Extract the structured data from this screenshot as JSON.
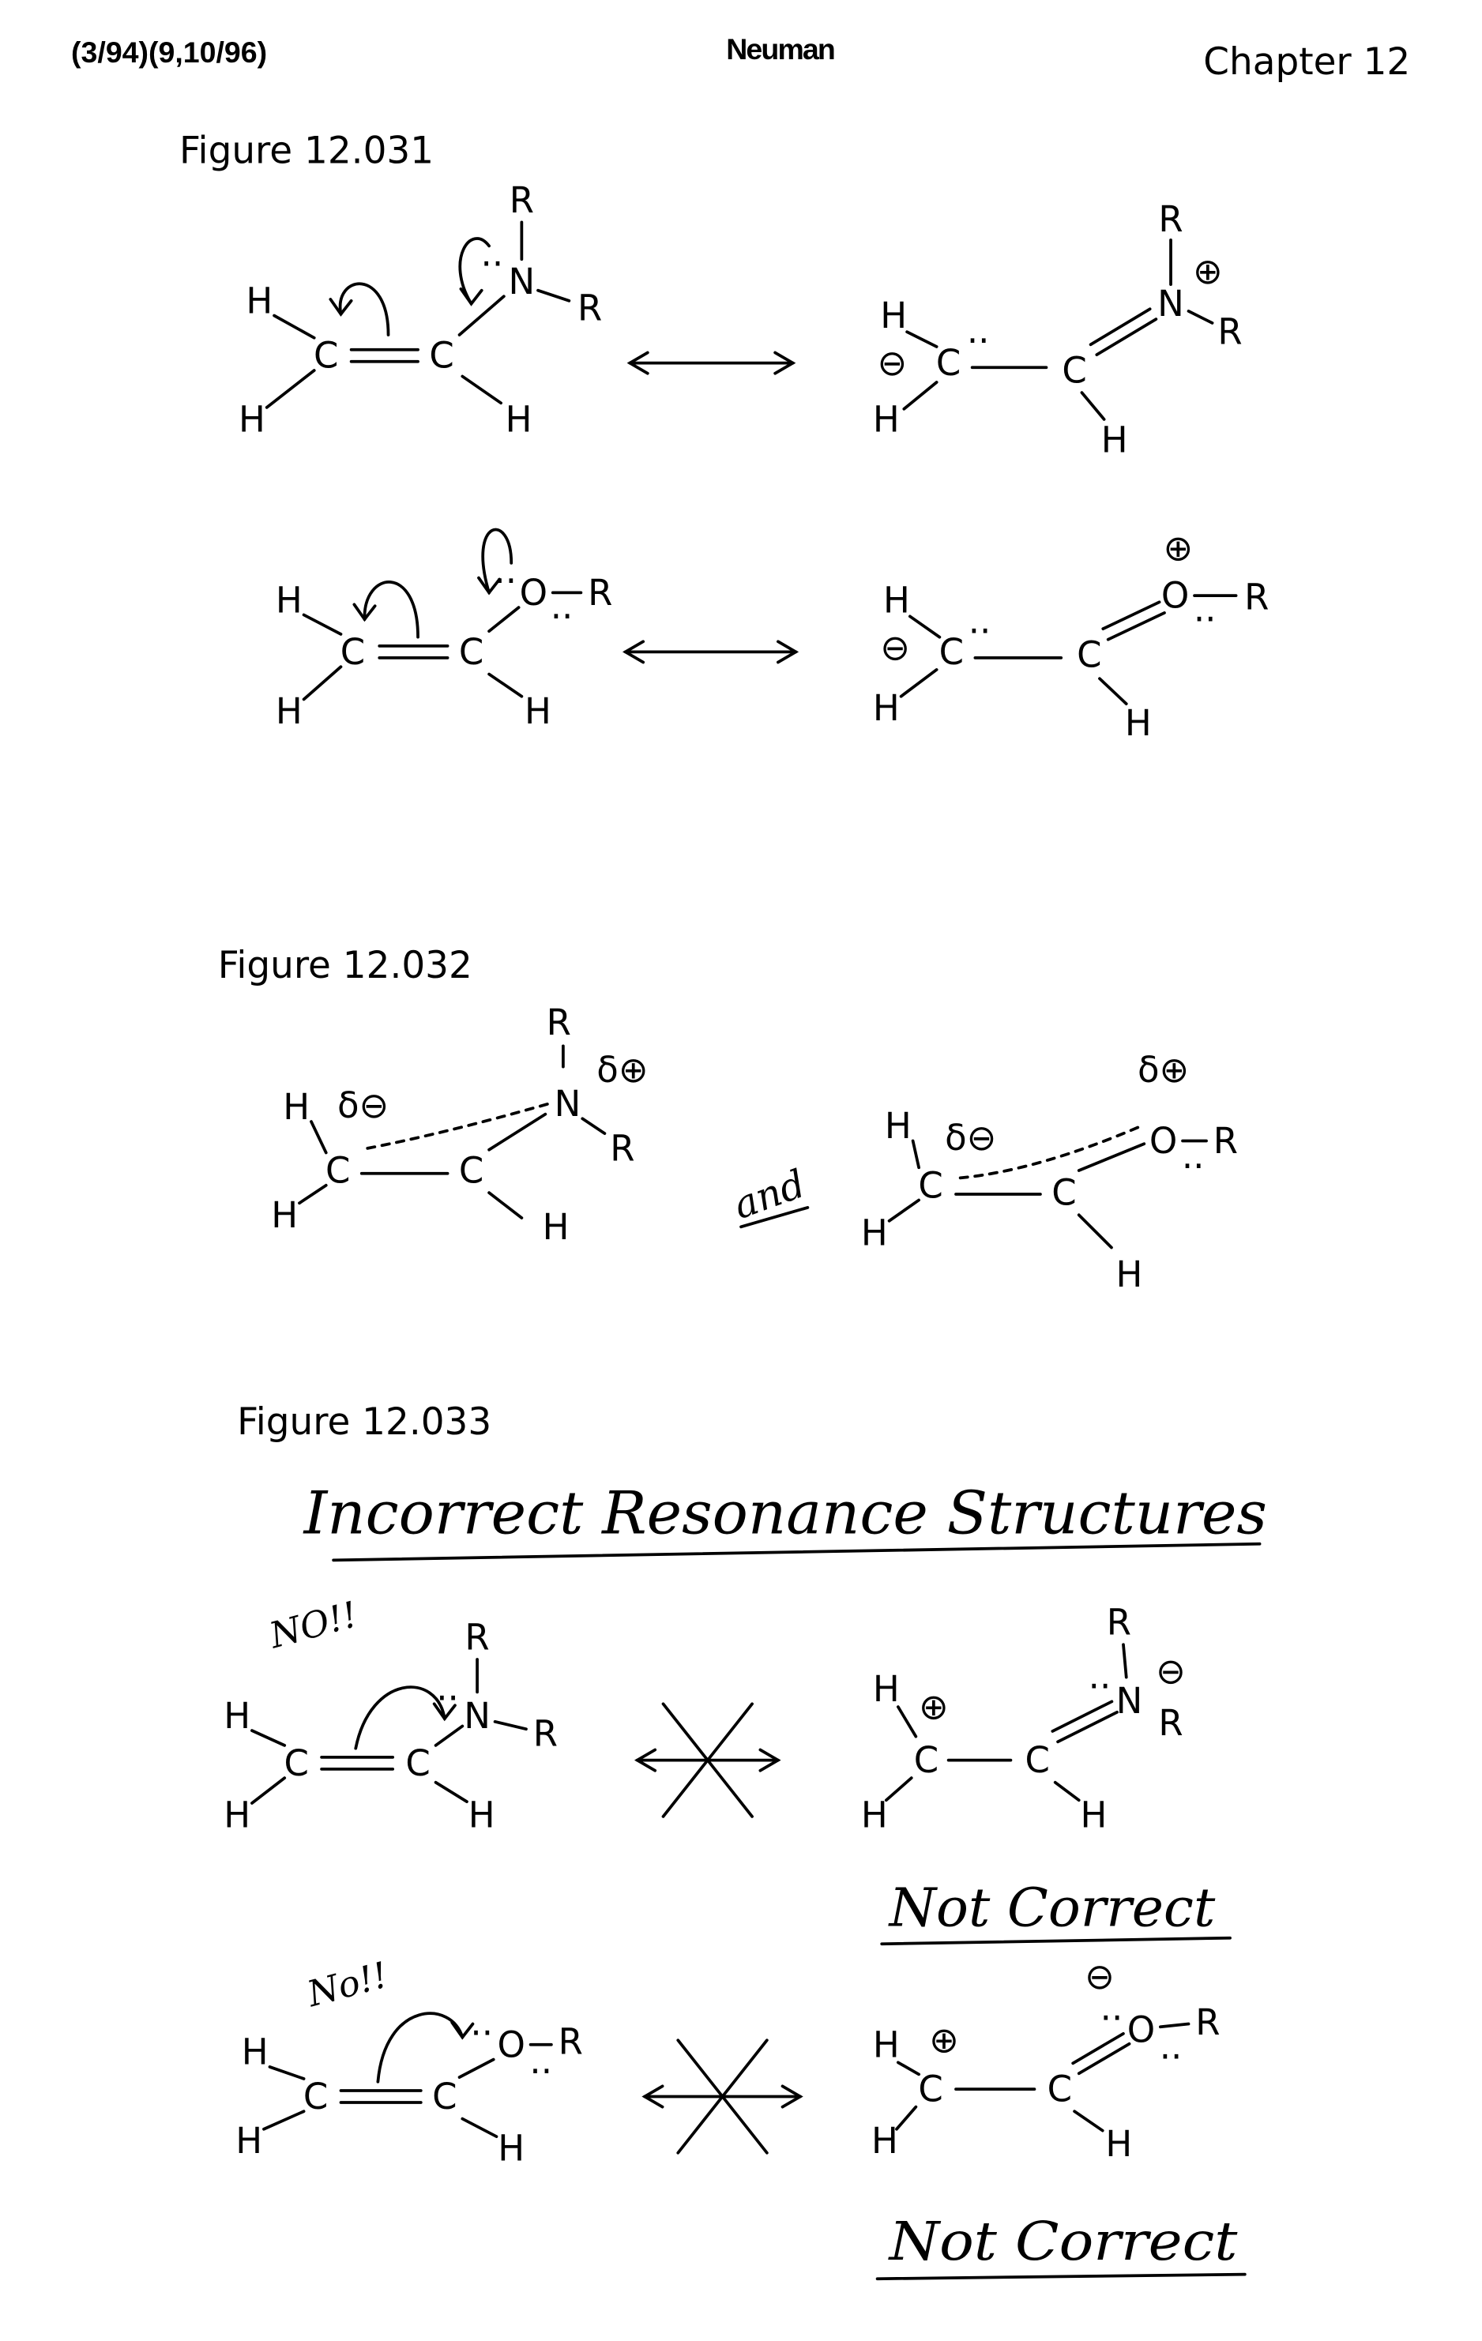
{
  "header": {
    "left": "(3/94)(9,10/96)",
    "center": "Neuman",
    "right": "Chapter 12"
  },
  "figures": [
    {
      "label": "Figure 12.031"
    },
    {
      "label": "Figure 12.032",
      "connector": "and"
    },
    {
      "label": "Figure 12.033",
      "heading": "Incorrect Resonance Structures",
      "annotations": {
        "no1": "NO!!",
        "no2": "No!!",
        "not_correct_1": "Not Correct",
        "not_correct_2": "Not Correct"
      }
    }
  ],
  "atoms": {
    "H": "H",
    "C": "C",
    "N": "N",
    "O": "O",
    "R": "R"
  },
  "charges": {
    "plus": "⊕",
    "minus": "⊖",
    "delta_plus": "δ⊕",
    "delta_minus": "δ⊖",
    "lone_pair": "··"
  }
}
